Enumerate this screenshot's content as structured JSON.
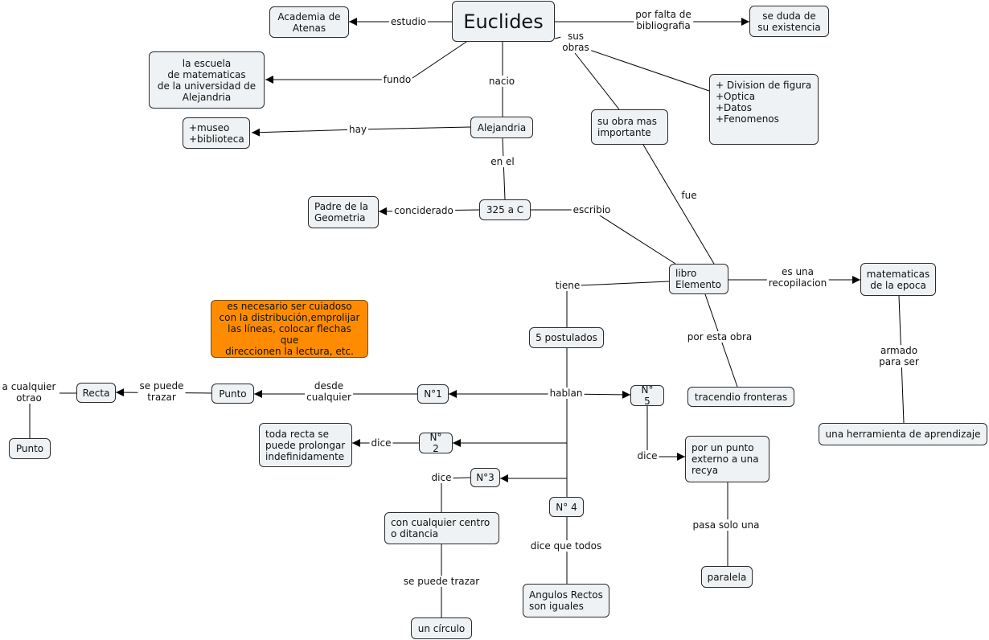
{
  "nodes": {
    "euclides": "Euclides",
    "academia": "Academia de\nAtenas",
    "existencia": "se duda de\nsu existencia",
    "escuela": "la escuela\nde matematicas\nde la universidad de\nAlejandria",
    "museo": "+museo\n+biblioteca",
    "alejandria": "Alejandria",
    "obra_mas": "su obra mas\nimportante",
    "obras_list": "+ Division de figura\n+Optica\n+Datos\n+Fenomenos",
    "padre": "Padre de la\nGeometria",
    "anio": "325 a C",
    "libro": "libro\nElemento",
    "matematicas": "matematicas\nde la epoca",
    "nota": "es necesario ser cuiadoso\ncon la distribución,emprolijar\nlas líneas, colocar flechas que\ndireccionen la lectura, etc.",
    "postulados": "5 postulados",
    "recta": "Recta",
    "punto1": "Punto",
    "punto2": "Punto",
    "n1": "N°1",
    "n5": "N° 5",
    "tracendio": "tracendio fronteras",
    "herramienta": "una herramienta de aprendizaje",
    "toda_recta": "toda recta se\npuede prolongar\nindefinidamente",
    "n2": "N° 2",
    "punto_externo": "por un punto\nexterno a una\nrecya",
    "n3": "N°3",
    "n4": "N° 4",
    "centro": "con cualquier centro\no ditancia",
    "paralela": "paralela",
    "angulos": "Angulos Rectos\nson iguales",
    "circulo": "un círculo"
  },
  "labels": {
    "estudio": "estudio",
    "falta": "por falta de\nbibliografia",
    "sus_obras": "sus\nobras",
    "fundo": "fundo",
    "nacio": "nacio",
    "hay": "hay",
    "en_el": "en el",
    "fue": "fue",
    "conciderado": "conciderado",
    "escribio": "escribio",
    "recopilacion": "es una\nrecopilacion",
    "tiene": "tiene",
    "por_esta_obra": "por esta obra",
    "armado": "armado\npara ser",
    "a_cualquier": "a cualquier\notrao",
    "se_puede_trazar": "se puede\ntrazar",
    "desde": "desde\ncualquier",
    "hablan": "hablan",
    "dice_n2": "dice",
    "dice_n5": "dice",
    "dice_n3": "dice",
    "pasa_solo": "pasa solo una",
    "dice_que_todos": "dice que todos",
    "se_puede_trazar2": "se puede trazar"
  }
}
